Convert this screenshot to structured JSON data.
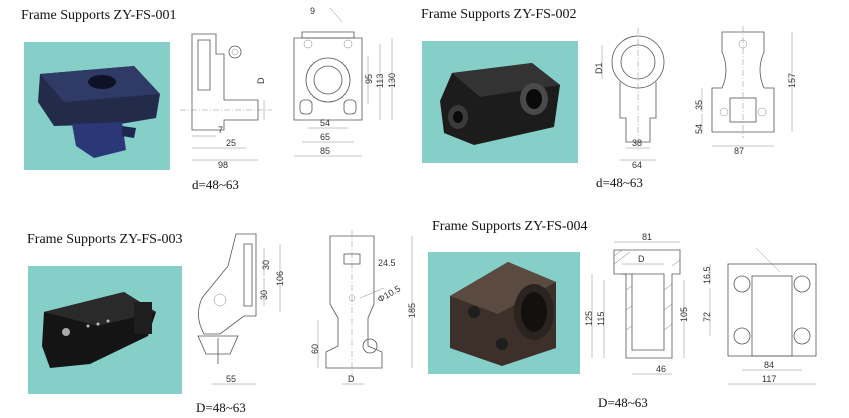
{
  "products": [
    {
      "title": "Frame Supports ZY-FS-001",
      "caption": "d=48~63",
      "side_dims": {
        "d": "D",
        "a": "7",
        "b": "25",
        "w": "98"
      },
      "front_dims": {
        "top": "9",
        "h1": "95",
        "h2": "113",
        "h3": "130",
        "w1": "54",
        "w2": "65",
        "w3": "85"
      }
    },
    {
      "title": "Frame Supports ZY-FS-002",
      "caption": "d=48~63",
      "side_dims": {
        "d": "D1",
        "a": "38",
        "w": "64"
      },
      "front_dims": {
        "h1": "35",
        "h2": "54",
        "h3": "157",
        "w": "87"
      }
    },
    {
      "title": "Frame Supports ZY-FS-003",
      "caption": "D=48~63",
      "side_dims": {
        "a": "30",
        "b": "30",
        "h": "106",
        "w": "55"
      },
      "front_dims": {
        "a": "24.5",
        "hole": "Φ10.5",
        "h1": "60",
        "h2": "185",
        "d": "D"
      }
    },
    {
      "title": "Frame Supports ZY-FS-004",
      "caption": "D=48~63",
      "side_dims": {
        "top": "81",
        "d": "D",
        "h1": "125",
        "h2": "115",
        "h3": "105",
        "w": "46"
      },
      "front_dims": {
        "a": "16.5",
        "b": "72",
        "w1": "84",
        "w2": "117"
      }
    }
  ]
}
